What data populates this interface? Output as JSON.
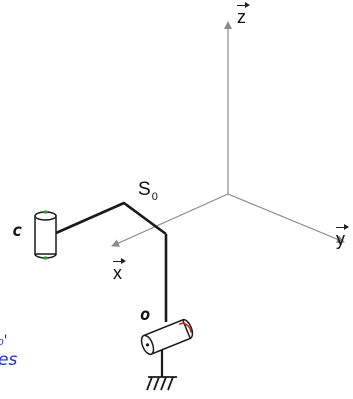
{
  "labels": {
    "z": "z",
    "y": "y",
    "x": "x",
    "s0_main": "S",
    "s0_sub": "0",
    "c": "c",
    "o": "o"
  },
  "cropped_text": {
    "line1": "₀'",
    "line2": "es"
  },
  "colors": {
    "axis": "#8a8a8a",
    "arm": "#1a1a1a",
    "joint_accent": "#cc2222",
    "joint_marker": "#2e9e2e",
    "cropped_text": "#1e2ad9"
  }
}
